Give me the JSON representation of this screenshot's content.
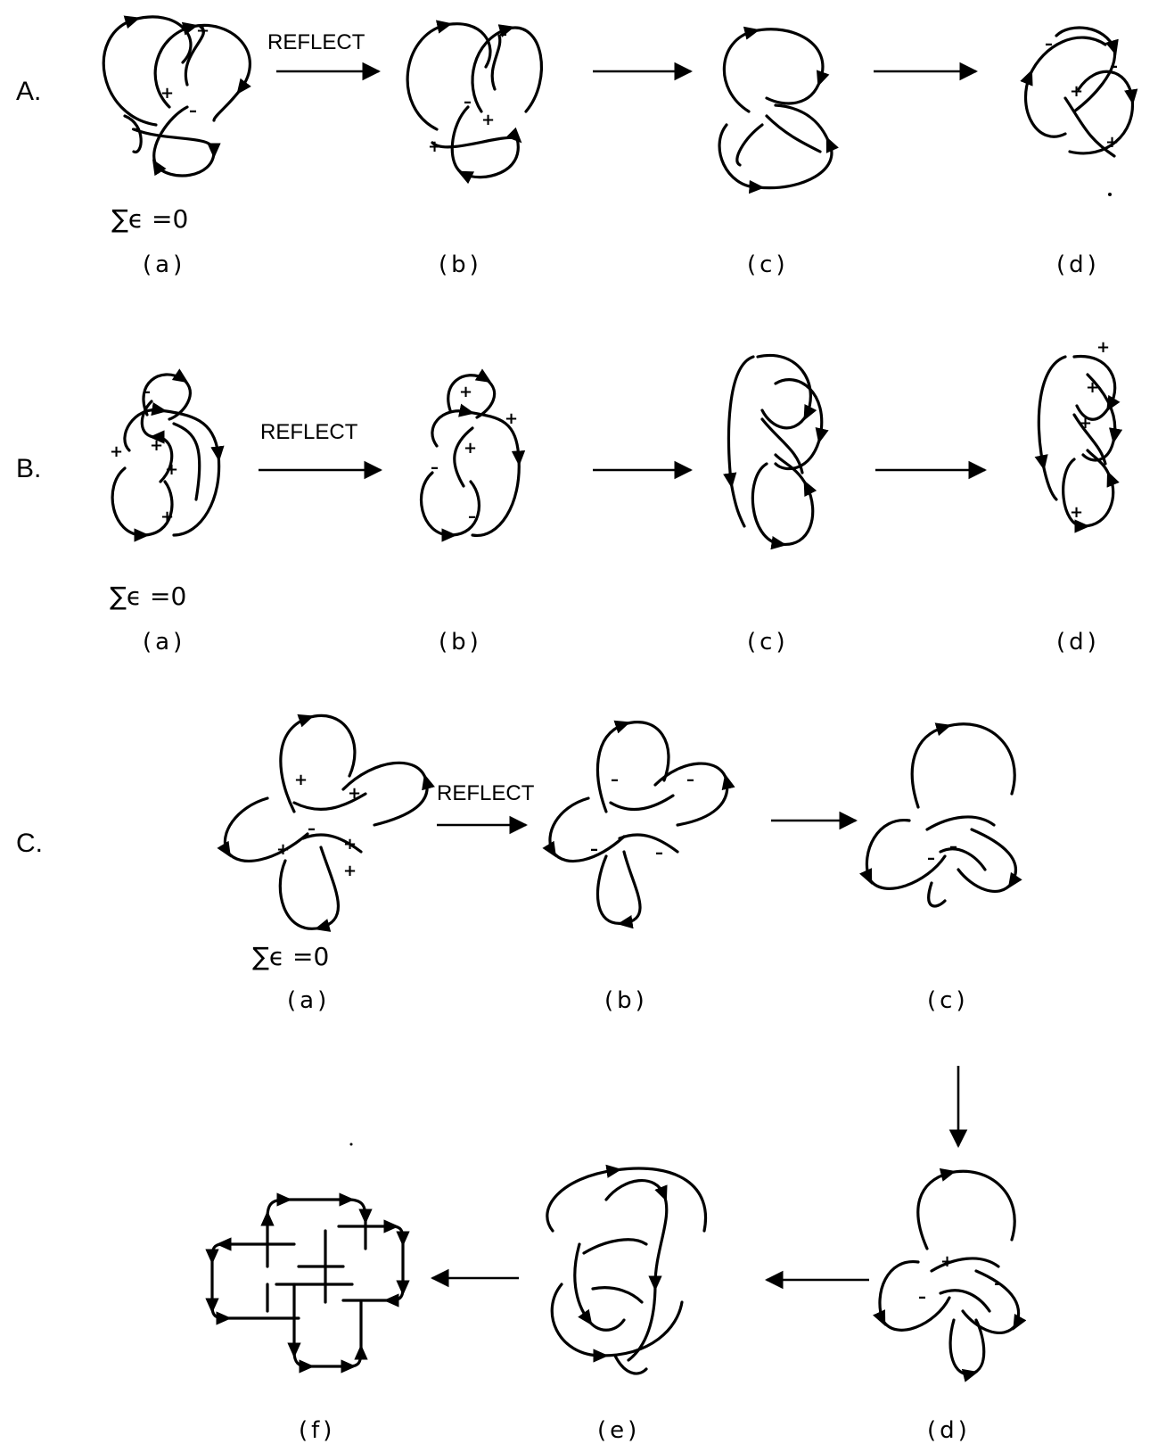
{
  "rows": {
    "A": {
      "label": "A.",
      "sum": "∑ϵ =0",
      "reflect": "REFLECT",
      "sub": [
        "(a)",
        "(b)",
        "(c)",
        "(d)"
      ]
    },
    "B": {
      "label": "B.",
      "sum": "∑ϵ =0",
      "reflect": "REFLECT",
      "sub": [
        "(a)",
        "(b)",
        "(c)",
        "(d)"
      ]
    },
    "C": {
      "label": "C.",
      "sum": "∑ϵ =0",
      "reflect": "REFLECT",
      "sub": [
        "(a)",
        "(b)",
        "(c)",
        "(d)",
        "(e)",
        "(f)"
      ]
    }
  },
  "signs": {
    "plus": "+",
    "minus": "–"
  }
}
